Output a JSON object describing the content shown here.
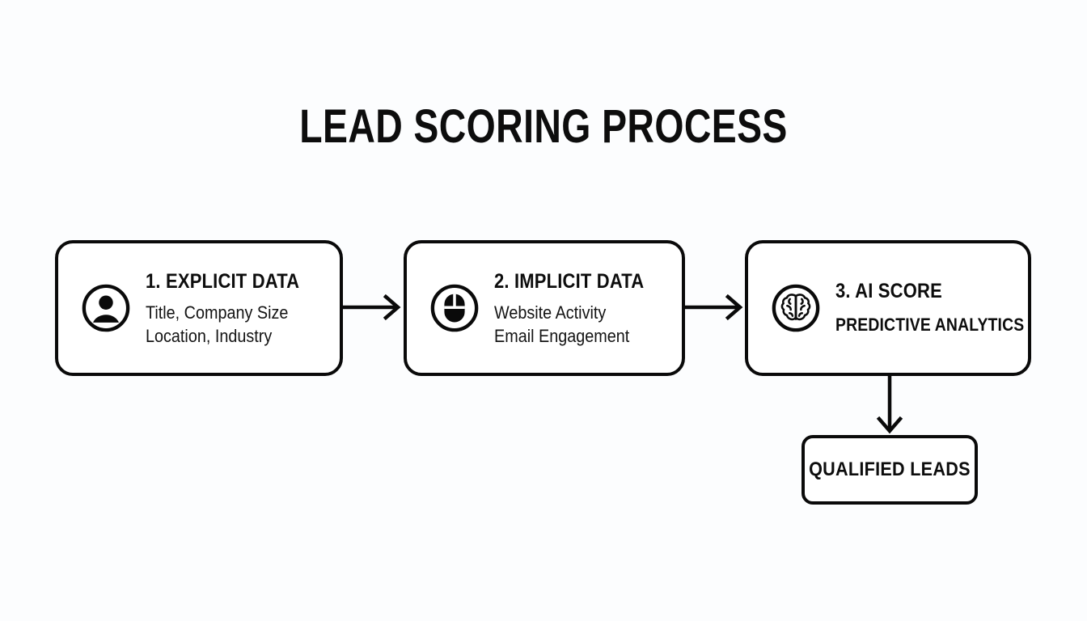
{
  "page": {
    "title": "LEAD SCORING PROCESS",
    "background_color": "#fcfdfe",
    "ink_color": "#0a0a0a"
  },
  "steps": [
    {
      "icon": "user-circle-icon",
      "heading": "1. EXPLICIT DATA",
      "lines": [
        "Title, Company Size",
        "Location, Industry"
      ]
    },
    {
      "icon": "mouse-circle-icon",
      "heading": "2. IMPLICIT DATA",
      "lines": [
        "Website Activity",
        "Email Engagement"
      ]
    },
    {
      "icon": "brain-circle-icon",
      "heading": "3. AI SCORE",
      "subheading": "PREDICTIVE ANALYTICS"
    }
  ],
  "result": {
    "label": "QUALIFIED LEADS"
  },
  "connectors": [
    {
      "name": "arrow-step1-to-step2",
      "direction": "right"
    },
    {
      "name": "arrow-step2-to-step3",
      "direction": "right"
    },
    {
      "name": "arrow-step3-to-qualified-leads",
      "direction": "down"
    }
  ]
}
